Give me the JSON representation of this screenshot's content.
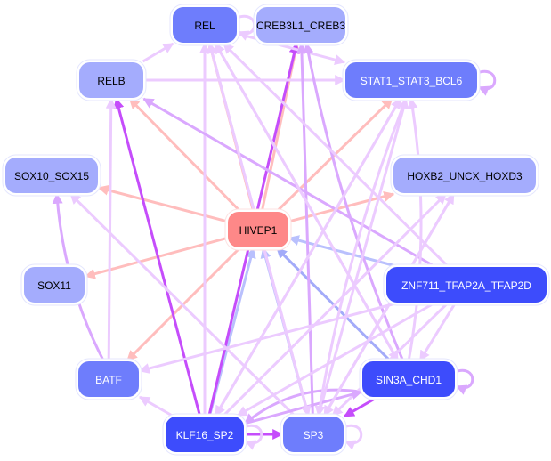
{
  "title": "Transcription factor regulatory network",
  "palette": {
    "hub": "#fe8888",
    "hub_text": "#000000",
    "light_node": "#a4acfd",
    "mid_node": "#6e7dfc",
    "dark_node": "#3d4cfc",
    "edge_pink": "#ffbdbd",
    "edge_light_purple": "#eccbff",
    "edge_purple": "#daa8fe",
    "edge_strong_purple": "#c54dfb",
    "edge_blue": "#b9c0fd",
    "edge_mid_blue": "#a3abf9"
  },
  "nodes": [
    {
      "id": "REL",
      "label": "REL",
      "tone": "mid",
      "text_color": "#000000"
    },
    {
      "id": "CREB3L1_CREB3",
      "label": "CREB3L1_CREB3",
      "tone": "light",
      "text_color": "#000000"
    },
    {
      "id": "RELB",
      "label": "RELB",
      "tone": "light",
      "text_color": "#000000"
    },
    {
      "id": "STAT1_STAT3_BCL6",
      "label": "STAT1_STAT3_BCL6",
      "tone": "mid",
      "text_color": "#ffffff"
    },
    {
      "id": "SOX10_SOX15",
      "label": "SOX10_SOX15",
      "tone": "light",
      "text_color": "#000000"
    },
    {
      "id": "HOXB2_UNCX_HOXD3",
      "label": "HOXB2_UNCX_HOXD3",
      "tone": "light",
      "text_color": "#000000"
    },
    {
      "id": "HIVEP1",
      "label": "HIVEP1",
      "tone": "hub",
      "text_color": "#000000"
    },
    {
      "id": "SOX11",
      "label": "SOX11",
      "tone": "light",
      "text_color": "#000000"
    },
    {
      "id": "ZNF711_TFAP2A_TFAP2D",
      "label": "ZNF711_TFAP2A_TFAP2D",
      "tone": "dark",
      "text_color": "#ffffff"
    },
    {
      "id": "BATF",
      "label": "BATF",
      "tone": "mid",
      "text_color": "#ffffff"
    },
    {
      "id": "SIN3A_CHD1",
      "label": "SIN3A_CHD1",
      "tone": "dark",
      "text_color": "#ffffff"
    },
    {
      "id": "KLF16_SP2",
      "label": "KLF16_SP2",
      "tone": "dark",
      "text_color": "#ffffff"
    },
    {
      "id": "SP3",
      "label": "SP3",
      "tone": "mid",
      "text_color": "#ffffff"
    }
  ],
  "edges": [
    {
      "source": "HIVEP1",
      "target": "REL",
      "color": "pink"
    },
    {
      "source": "HIVEP1",
      "target": "CREB3L1_CREB3",
      "color": "pink"
    },
    {
      "source": "HIVEP1",
      "target": "RELB",
      "color": "pink"
    },
    {
      "source": "HIVEP1",
      "target": "STAT1_STAT3_BCL6",
      "color": "pink"
    },
    {
      "source": "HIVEP1",
      "target": "SOX10_SOX15",
      "color": "pink"
    },
    {
      "source": "HIVEP1",
      "target": "HOXB2_UNCX_HOXD3",
      "color": "pink"
    },
    {
      "source": "HIVEP1",
      "target": "SOX11",
      "color": "pink"
    },
    {
      "source": "HIVEP1",
      "target": "BATF",
      "color": "pink"
    },
    {
      "source": "ZNF711_TFAP2A_TFAP2D",
      "target": "HIVEP1",
      "color": "blue"
    },
    {
      "source": "SIN3A_CHD1",
      "target": "HIVEP1",
      "color": "mid_blue"
    },
    {
      "source": "KLF16_SP2",
      "target": "HIVEP1",
      "color": "blue"
    },
    {
      "source": "SP3",
      "target": "HIVEP1",
      "color": "blue"
    },
    {
      "source": "KLF16_SP2",
      "target": "RELB",
      "color": "strong_purple"
    },
    {
      "source": "KLF16_SP2",
      "target": "CREB3L1_CREB3",
      "color": "strong_purple"
    },
    {
      "source": "KLF16_SP2",
      "target": "SP3",
      "color": "strong_purple"
    },
    {
      "source": "SIN3A_CHD1",
      "target": "SP3",
      "color": "strong_purple"
    },
    {
      "source": "SIN3A_CHD1",
      "target": "KLF16_SP2",
      "color": "purple",
      "curve": 30
    },
    {
      "source": "RELB",
      "target": "REL",
      "color": "light_purple"
    },
    {
      "source": "RELB",
      "target": "STAT1_STAT3_BCL6",
      "color": "light_purple"
    },
    {
      "source": "REL",
      "target": "STAT1_STAT3_BCL6",
      "color": "light_purple"
    },
    {
      "source": "KLF16_SP2",
      "target": "REL",
      "color": "light_purple"
    },
    {
      "source": "SP3",
      "target": "REL",
      "color": "light_purple"
    },
    {
      "source": "SP3",
      "target": "CREB3L1_CREB3",
      "color": "purple"
    },
    {
      "source": "SIN3A_CHD1",
      "target": "CREB3L1_CREB3",
      "color": "purple",
      "curve": -20
    },
    {
      "source": "SIN3A_CHD1",
      "target": "REL",
      "color": "light_purple"
    },
    {
      "source": "ZNF711_TFAP2A_TFAP2D",
      "target": "RELB",
      "color": "purple"
    },
    {
      "source": "ZNF711_TFAP2A_TFAP2D",
      "target": "REL",
      "color": "light_purple"
    },
    {
      "source": "KLF16_SP2",
      "target": "STAT1_STAT3_BCL6",
      "color": "light_purple"
    },
    {
      "source": "SP3",
      "target": "STAT1_STAT3_BCL6",
      "color": "light_purple"
    },
    {
      "source": "SIN3A_CHD1",
      "target": "STAT1_STAT3_BCL6",
      "color": "light_purple",
      "curve": 25
    },
    {
      "source": "KLF16_SP2",
      "target": "HOXB2_UNCX_HOXD3",
      "color": "light_purple"
    },
    {
      "source": "SP3",
      "target": "HOXB2_UNCX_HOXD3",
      "color": "light_purple"
    },
    {
      "source": "SP3",
      "target": "SOX10_SOX15",
      "color": "light_purple"
    },
    {
      "source": "BATF",
      "target": "SOX10_SOX15",
      "color": "purple",
      "curve": -20
    },
    {
      "source": "BATF",
      "target": "RELB",
      "color": "light_purple"
    },
    {
      "source": "KLF16_SP2",
      "target": "BATF",
      "color": "light_purple"
    },
    {
      "source": "ZNF711_TFAP2A_TFAP2D",
      "target": "BATF",
      "color": "light_purple"
    },
    {
      "source": "ZNF711_TFAP2A_TFAP2D",
      "target": "KLF16_SP2",
      "color": "light_purple"
    },
    {
      "source": "ZNF711_TFAP2A_TFAP2D",
      "target": "SP3",
      "color": "light_purple"
    },
    {
      "source": "ZNF711_TFAP2A_TFAP2D",
      "target": "SIN3A_CHD1",
      "color": "light_purple"
    },
    {
      "source": "KLF16_SP2",
      "target": "SIN3A_CHD1",
      "color": "purple"
    },
    {
      "source": "STAT1_STAT3_BCL6",
      "target": "KLF16_SP2",
      "color": "light_purple"
    },
    {
      "source": "STAT1_STAT3_BCL6",
      "target": "SP3",
      "color": "light_purple",
      "curve": 20
    },
    {
      "source": "HOXB2_UNCX_HOXD3",
      "target": "SP3",
      "color": "light_purple"
    },
    {
      "source": "REL",
      "target": "SP3",
      "color": "light_purple"
    },
    {
      "source": "REL",
      "target": "SIN3A_CHD1",
      "color": "light_purple"
    }
  ],
  "self_loops": [
    {
      "node": "REL",
      "color": "light_purple"
    },
    {
      "node": "STAT1_STAT3_BCL6",
      "color": "purple"
    },
    {
      "node": "SIN3A_CHD1",
      "color": "purple"
    },
    {
      "node": "KLF16_SP2",
      "color": "light_purple"
    },
    {
      "node": "SP3",
      "color": "light_purple"
    }
  ]
}
